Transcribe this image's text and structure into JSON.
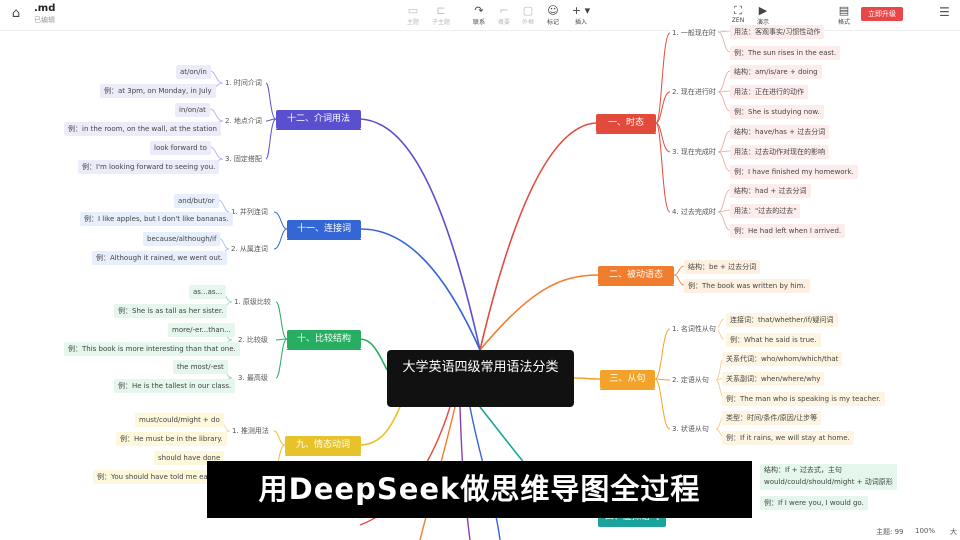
{
  "app": {
    "file_name": ".md",
    "file_status": "已编辑",
    "upgrade_label": "立即升级"
  },
  "toolbar": [
    {
      "label": "主题",
      "icon": "topic-icon",
      "enabled": false
    },
    {
      "label": "子主题",
      "icon": "subtopic-icon",
      "enabled": false
    },
    {
      "label": "联系",
      "icon": "link-icon",
      "enabled": true
    },
    {
      "label": "概要",
      "icon": "summary-icon",
      "enabled": false
    },
    {
      "label": "外框",
      "icon": "boundary-icon",
      "enabled": false
    },
    {
      "label": "标记",
      "icon": "marker-icon",
      "enabled": true
    },
    {
      "label": "插入",
      "icon": "insert-icon",
      "enabled": true
    }
  ],
  "view_tools": [
    {
      "label": "ZEN",
      "icon": "zen-icon"
    },
    {
      "label": "演示",
      "icon": "present-icon"
    },
    {
      "label": "格式",
      "icon": "format-icon"
    }
  ],
  "colors": {
    "b1": "#e24a3b",
    "b2": "#f07c2e",
    "b3": "#f4a32a",
    "b9": "#e7c22a",
    "b10": "#27ae60",
    "b11": "#3566d6",
    "b12": "#5a4fcf",
    "teal": "#1aa39a",
    "purple": "#8a3fb0"
  },
  "root": {
    "title": "大学英语四级常用语法分类"
  },
  "right": [
    {
      "label": "一、时态",
      "subs": [
        {
          "label": "1. 一般现在时",
          "leaves": [
            "用法：客观事实/习惯性动作",
            "例：The sun rises in the east."
          ]
        },
        {
          "label": "2. 现在进行时",
          "leaves": [
            "结构：am/is/are + doing",
            "用法：正在进行的动作",
            "例：She is studying now."
          ]
        },
        {
          "label": "3. 现在完成时",
          "leaves": [
            "结构：have/has + 过去分词",
            "用法：过去动作对现在的影响",
            "例：I have finished my homework."
          ]
        },
        {
          "label": "4. 过去完成时",
          "leaves": [
            "结构：had + 过去分词",
            "用法：\"过去的过去\"",
            "例：He had left when I arrived."
          ]
        }
      ]
    },
    {
      "label": "二、被动语态",
      "leaves": [
        "结构：be + 过去分词",
        "例：The book was written by him."
      ]
    },
    {
      "label": "三、从句",
      "subs": [
        {
          "label": "1. 名词性从句",
          "leaves": [
            "连接词：that/whether/if/疑问词",
            "例：What he said is true."
          ]
        },
        {
          "label": "2. 定语从句",
          "leaves": [
            "关系代词：who/whom/which/that",
            "关系副词：when/where/why",
            "例：The man who is speaking is my teacher."
          ]
        },
        {
          "label": "3. 状语从句",
          "leaves": [
            "类型：时间/条件/原因/让步等",
            "例：If it rains, we will stay at home."
          ]
        }
      ]
    },
    {
      "label": "四、虚拟语气",
      "leaves": [
        "结构：If + 过去式，主句\nwould/could/should/might + 动词原形",
        "例：If I were you, I would go."
      ]
    }
  ],
  "left": [
    {
      "label": "十二、介词用法",
      "subs": [
        {
          "label": "1. 时间介词",
          "leaves": [
            "at/on/in",
            "例：at 3pm, on Monday, in July"
          ]
        },
        {
          "label": "2. 地点介词",
          "leaves": [
            "in/on/at",
            "例：in the room, on the wall, at the station"
          ]
        },
        {
          "label": "3. 固定搭配",
          "leaves": [
            "look forward to",
            "例：I'm looking forward to seeing you."
          ]
        }
      ]
    },
    {
      "label": "十一、连接词",
      "subs": [
        {
          "label": "1. 并列连词",
          "leaves": [
            "and/but/or",
            "例：I like apples, but I don't like bananas."
          ]
        },
        {
          "label": "2. 从属连词",
          "leaves": [
            "because/although/if",
            "例：Although it rained, we went out."
          ]
        }
      ]
    },
    {
      "label": "十、比较结构",
      "subs": [
        {
          "label": "1. 原级比较",
          "leaves": [
            "as...as...",
            "例：She is as tall as her sister."
          ]
        },
        {
          "label": "2. 比较级",
          "leaves": [
            "more/-er...than...",
            "例：This book is more interesting than that one."
          ]
        },
        {
          "label": "3. 最高级",
          "leaves": [
            "the most/-est",
            "例：He is the tallest in our class."
          ]
        }
      ]
    },
    {
      "label": "九、情态动词",
      "subs": [
        {
          "label": "1. 推测用法",
          "leaves": [
            "must/could/might + do",
            "例：He must be in the library."
          ]
        },
        {
          "label": "2.",
          "leaves": [
            "should have done",
            "例：You should have told me earlier."
          ]
        }
      ]
    }
  ],
  "subtitle": "用DeepSeek做思维导图全过程",
  "status": {
    "topics_label": "主题: 99",
    "zoom": "100%",
    "lang": "大"
  }
}
